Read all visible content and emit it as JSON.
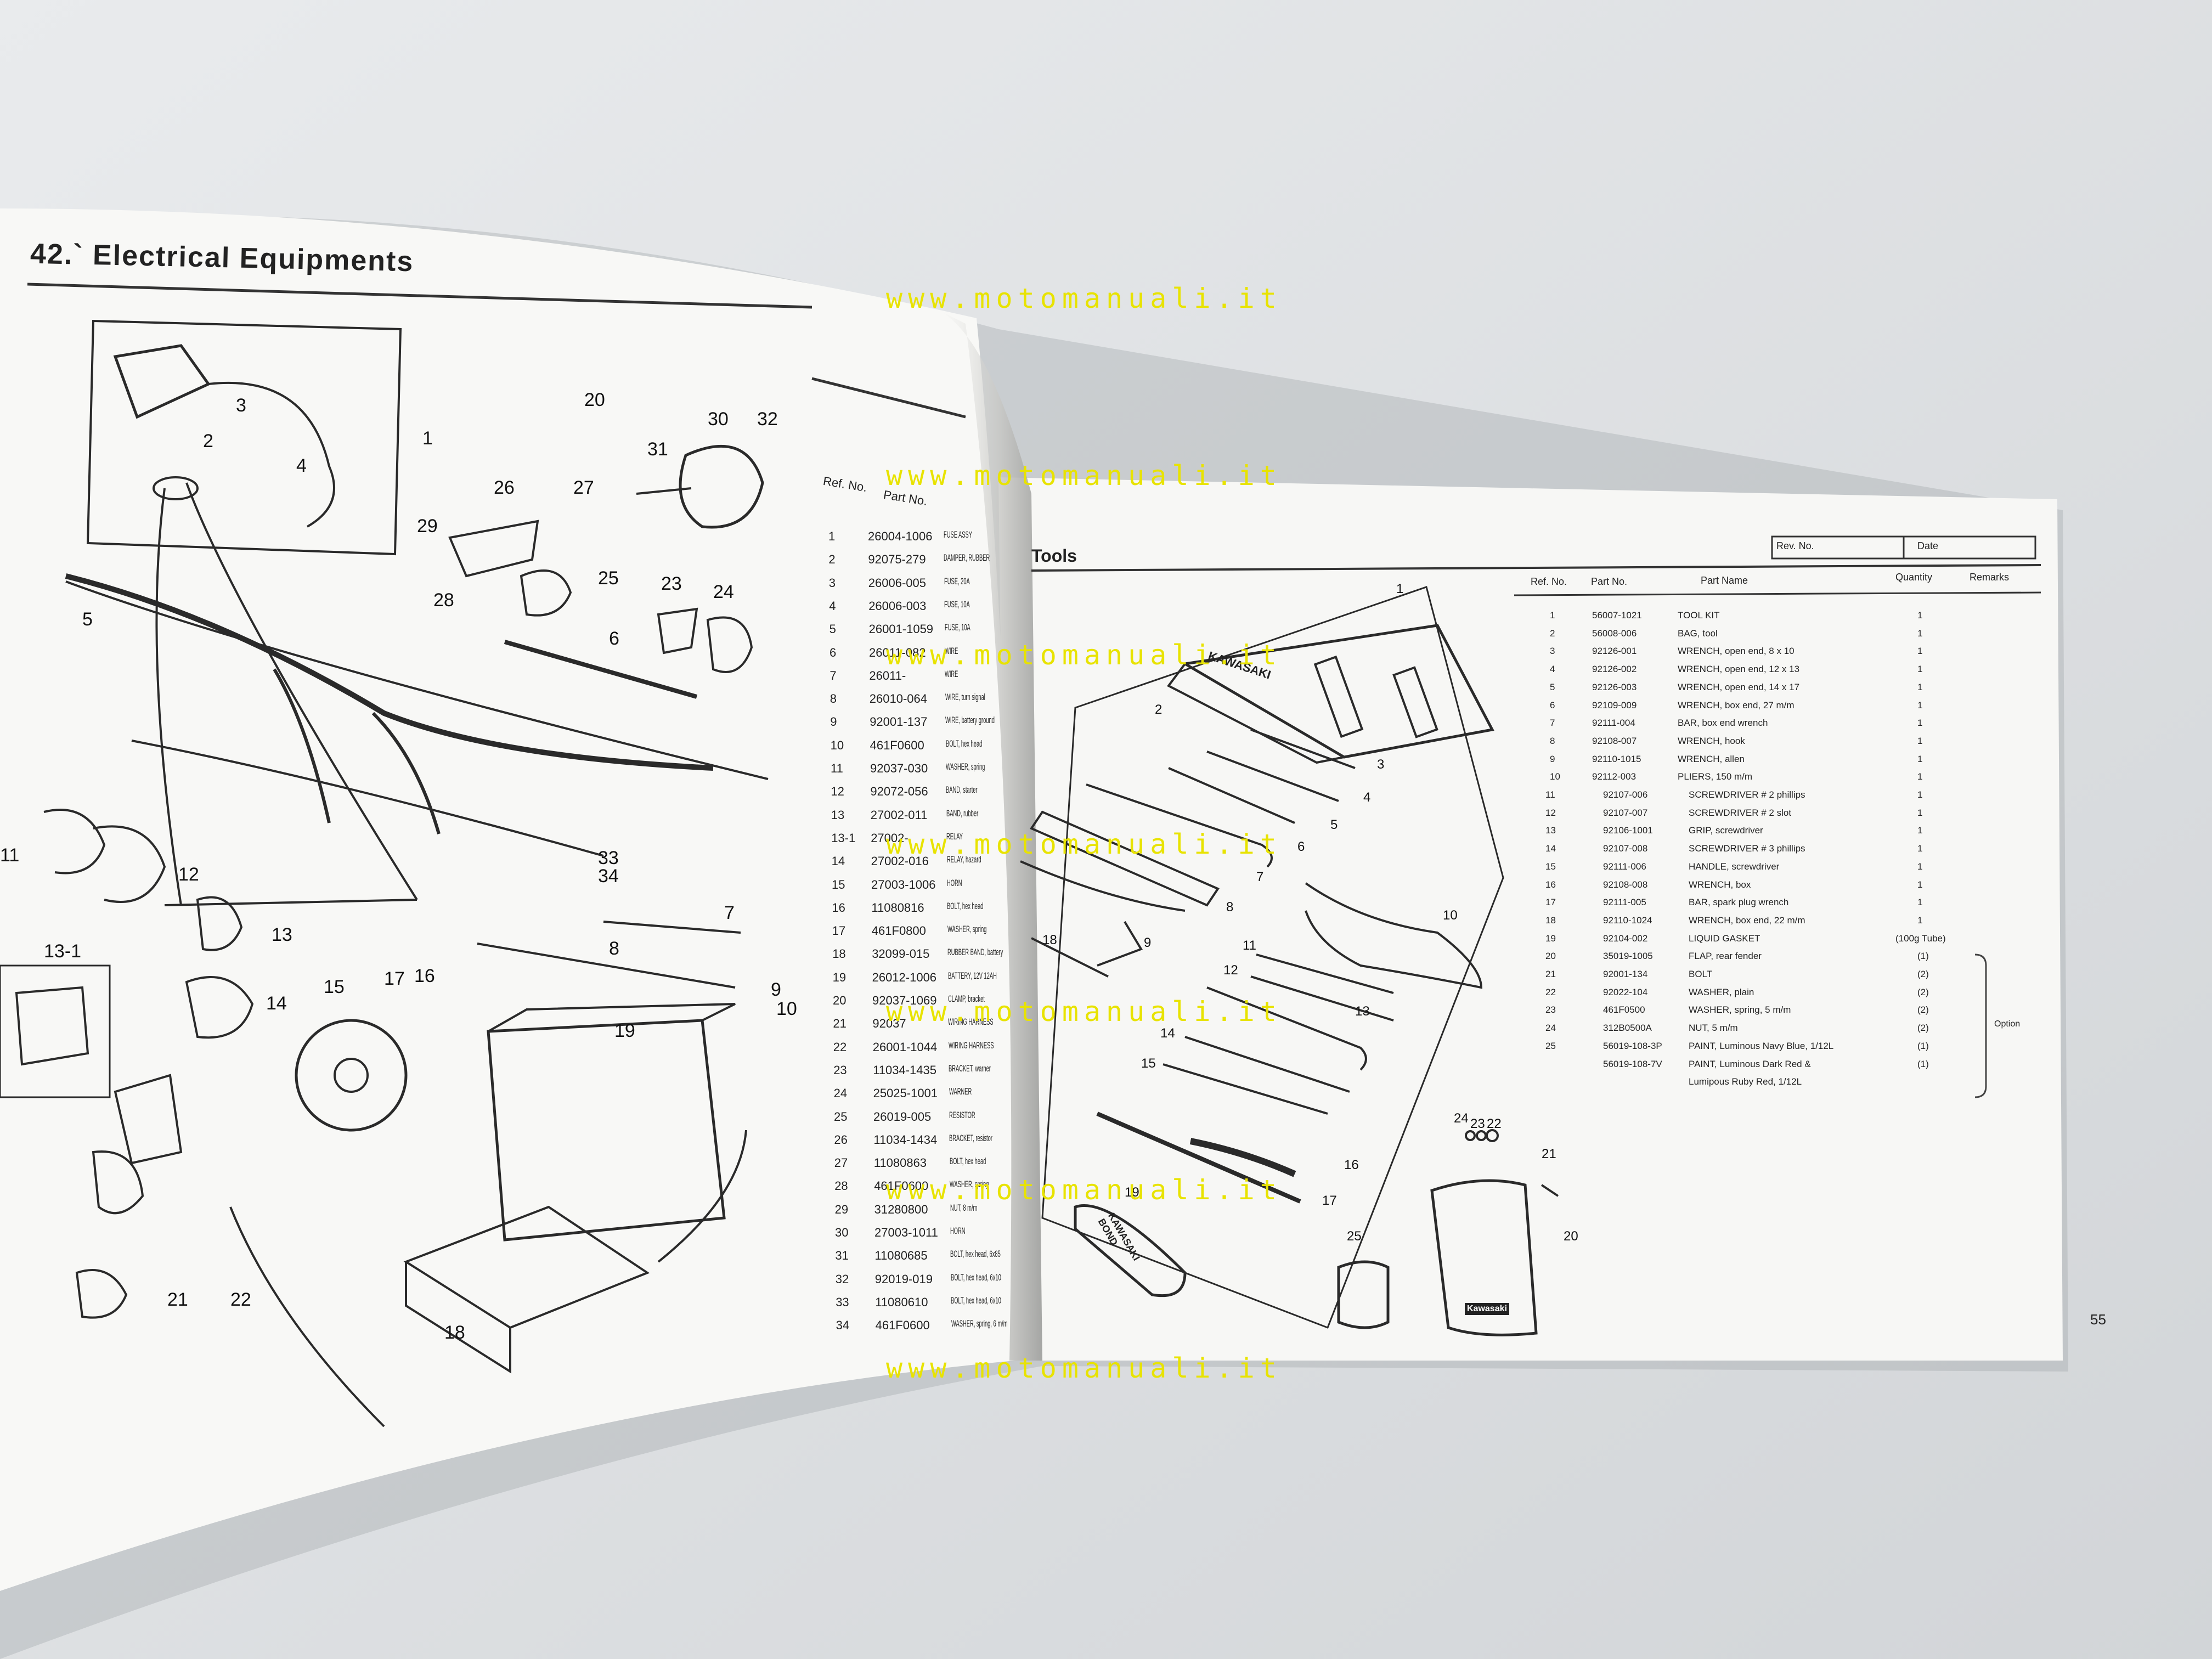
{
  "left_page": {
    "title": "42.` Electrical Equipments",
    "col_ref": "Ref. No.",
    "col_part": "Part No.",
    "parts": [
      {
        "ref": "1",
        "no": "26004-1006",
        "name": "FUSE ASSY"
      },
      {
        "ref": "2",
        "no": "92075-279",
        "name": "DAMPER, RUBBER"
      },
      {
        "ref": "3",
        "no": "26006-005",
        "name": "FUSE, 20A"
      },
      {
        "ref": "4",
        "no": "26006-003",
        "name": "FUSE, 10A"
      },
      {
        "ref": "5",
        "no": "26001-1059",
        "name": "FUSE, 10A"
      },
      {
        "ref": "6",
        "no": "26011-082",
        "name": "WIRE"
      },
      {
        "ref": "7",
        "no": "26011-",
        "name": "WIRE"
      },
      {
        "ref": "8",
        "no": "26010-064",
        "name": "WIRE, turn signal"
      },
      {
        "ref": "9",
        "no": "92001-137",
        "name": "WIRE, battery ground"
      },
      {
        "ref": "10",
        "no": "461F0600",
        "name": "BOLT, hex head"
      },
      {
        "ref": "11",
        "no": "92037-030",
        "name": "WASHER, spring"
      },
      {
        "ref": "12",
        "no": "92072-056",
        "name": "BAND, starter"
      },
      {
        "ref": "13",
        "no": "27002-011",
        "name": "BAND, rubber"
      },
      {
        "ref": "13-1",
        "no": "27002-",
        "name": "RELAY"
      },
      {
        "ref": "14",
        "no": "27002-016",
        "name": "RELAY, hazard"
      },
      {
        "ref": "15",
        "no": "27003-1006",
        "name": "HORN"
      },
      {
        "ref": "16",
        "no": "11080816",
        "name": "BOLT, hex head"
      },
      {
        "ref": "17",
        "no": "461F0800",
        "name": "WASHER, spring"
      },
      {
        "ref": "18",
        "no": "32099-015",
        "name": "RUBBER BAND, battery"
      },
      {
        "ref": "19",
        "no": "26012-1006",
        "name": "BATTERY, 12V 12AH"
      },
      {
        "ref": "20",
        "no": "92037-1069",
        "name": "CLAMP, bracket"
      },
      {
        "ref": "21",
        "no": "92037",
        "name": "WIRING HARNESS"
      },
      {
        "ref": "22",
        "no": "26001-1044",
        "name": "WIRING HARNESS"
      },
      {
        "ref": "23",
        "no": "11034-1435",
        "name": "BRACKET, warner"
      },
      {
        "ref": "24",
        "no": "25025-1001",
        "name": "WARNER"
      },
      {
        "ref": "25",
        "no": "26019-005",
        "name": "RESISTOR"
      },
      {
        "ref": "26",
        "no": "11034-1434",
        "name": "BRACKET, resistor"
      },
      {
        "ref": "27",
        "no": "11080863",
        "name": "BOLT, hex head"
      },
      {
        "ref": "28",
        "no": "461F0600",
        "name": "WASHER, spring"
      },
      {
        "ref": "29",
        "no": "31280800",
        "name": "NUT, 8 m/m"
      },
      {
        "ref": "30",
        "no": "27003-1011",
        "name": "HORN"
      },
      {
        "ref": "31",
        "no": "11080685",
        "name": "BOLT, hex head, 6x85"
      },
      {
        "ref": "32",
        "no": "92019-019",
        "name": "BOLT, hex head, 6x10"
      },
      {
        "ref": "33",
        "no": "11080610",
        "name": "BOLT, hex head, 6x10"
      },
      {
        "ref": "34",
        "no": "461F0600",
        "name": "WASHER, spring, 6 m/m"
      }
    ],
    "callouts": [
      "1",
      "2",
      "3",
      "4",
      "5",
      "6",
      "7",
      "8",
      "9",
      "10",
      "11",
      "12",
      "13",
      "13-1",
      "14",
      "15",
      "16",
      "17",
      "18",
      "19",
      "20",
      "21",
      "22",
      "23",
      "24",
      "25",
      "26",
      "27",
      "28",
      "29",
      "30",
      "31",
      "32",
      "33",
      "34"
    ]
  },
  "right_page": {
    "title": "Tools",
    "rev_label": "Rev. No.",
    "date_label": "Date",
    "headers": {
      "ref": "Ref. No.",
      "part": "Part No.",
      "name": "Part Name",
      "qty": "Quantity",
      "remarks": "Remarks"
    },
    "rows": [
      {
        "ref": "1",
        "no": "56007-1021",
        "name": "TOOL KIT",
        "qty": "1"
      },
      {
        "ref": "2",
        "no": "56008-006",
        "name": "BAG, tool",
        "qty": "1"
      },
      {
        "ref": "3",
        "no": "92126-001",
        "name": "WRENCH, open end, 8 x 10",
        "qty": "1"
      },
      {
        "ref": "4",
        "no": "92126-002",
        "name": "WRENCH, open end, 12 x 13",
        "qty": "1"
      },
      {
        "ref": "5",
        "no": "92126-003",
        "name": "WRENCH, open end, 14 x 17",
        "qty": "1"
      },
      {
        "ref": "6",
        "no": "92109-009",
        "name": "WRENCH, box end, 27 m/m",
        "qty": "1"
      },
      {
        "ref": "7",
        "no": "92111-004",
        "name": "BAR, box end wrench",
        "qty": "1"
      },
      {
        "ref": "8",
        "no": "92108-007",
        "name": "WRENCH, hook",
        "qty": "1"
      },
      {
        "ref": "9",
        "no": "92110-1015",
        "name": "WRENCH, allen",
        "qty": "1"
      },
      {
        "ref": "10",
        "no": "92112-003",
        "name": "PLIERS, 150 m/m",
        "qty": "1"
      },
      {
        "ref": "11",
        "no": "92107-006",
        "name": "SCREWDRIVER # 2 phillips",
        "qty": "1"
      },
      {
        "ref": "12",
        "no": "92107-007",
        "name": "SCREWDRIVER # 2 slot",
        "qty": "1"
      },
      {
        "ref": "13",
        "no": "92106-1001",
        "name": "GRIP, screwdriver",
        "qty": "1"
      },
      {
        "ref": "14",
        "no": "92107-008",
        "name": "SCREWDRIVER # 3 phillips",
        "qty": "1"
      },
      {
        "ref": "15",
        "no": "92111-006",
        "name": "HANDLE, screwdriver",
        "qty": "1"
      },
      {
        "ref": "16",
        "no": "92108-008",
        "name": "WRENCH, box",
        "qty": "1"
      },
      {
        "ref": "17",
        "no": "92111-005",
        "name": "BAR, spark plug wrench",
        "qty": "1"
      },
      {
        "ref": "18",
        "no": "92110-1024",
        "name": "WRENCH, box end, 22 m/m",
        "qty": "1"
      },
      {
        "ref": "19",
        "no": "92104-002",
        "name": "LIQUID GASKET",
        "qty": "(100g Tube)"
      },
      {
        "ref": "20",
        "no": "35019-1005",
        "name": "FLAP, rear fender",
        "qty": "(1)"
      },
      {
        "ref": "21",
        "no": "92001-134",
        "name": "BOLT",
        "qty": "(2)"
      },
      {
        "ref": "22",
        "no": "92022-104",
        "name": "WASHER, plain",
        "qty": "(2)"
      },
      {
        "ref": "23",
        "no": "461F0500",
        "name": "WASHER, spring, 5 m/m",
        "qty": "(2)"
      },
      {
        "ref": "24",
        "no": "312B0500A",
        "name": "NUT, 5 m/m",
        "qty": "(2)"
      },
      {
        "ref": "25",
        "no": "56019-108-3P",
        "name": "PAINT, Luminous Navy Blue, 1/12L",
        "qty": "(1)"
      },
      {
        "ref": "",
        "no": "56019-108-7V",
        "name": "PAINT, Luminous Dark Red &",
        "qty": "(1)"
      },
      {
        "ref": "",
        "no": "",
        "name": "Lumipous Ruby Red, 1/12L",
        "qty": ""
      }
    ],
    "remarks_option": "Option",
    "page_number": "55",
    "brand_tool_bag": "KAWASAKI",
    "brand_gasket": "KAWASAKI BOND",
    "brand_flap": "Kawasaki",
    "callouts": [
      "1",
      "2",
      "3",
      "4",
      "5",
      "6",
      "7",
      "8",
      "9",
      "10",
      "11",
      "12",
      "13",
      "14",
      "15",
      "16",
      "17",
      "18",
      "19",
      "20",
      "21",
      "22",
      "23",
      "24",
      "25"
    ]
  },
  "watermark": "www.motomanuali.it",
  "colors": {
    "background": "#dfe1e3",
    "paper": "#f7f7f5",
    "ink": "#222222",
    "watermark": "#e8e300"
  }
}
